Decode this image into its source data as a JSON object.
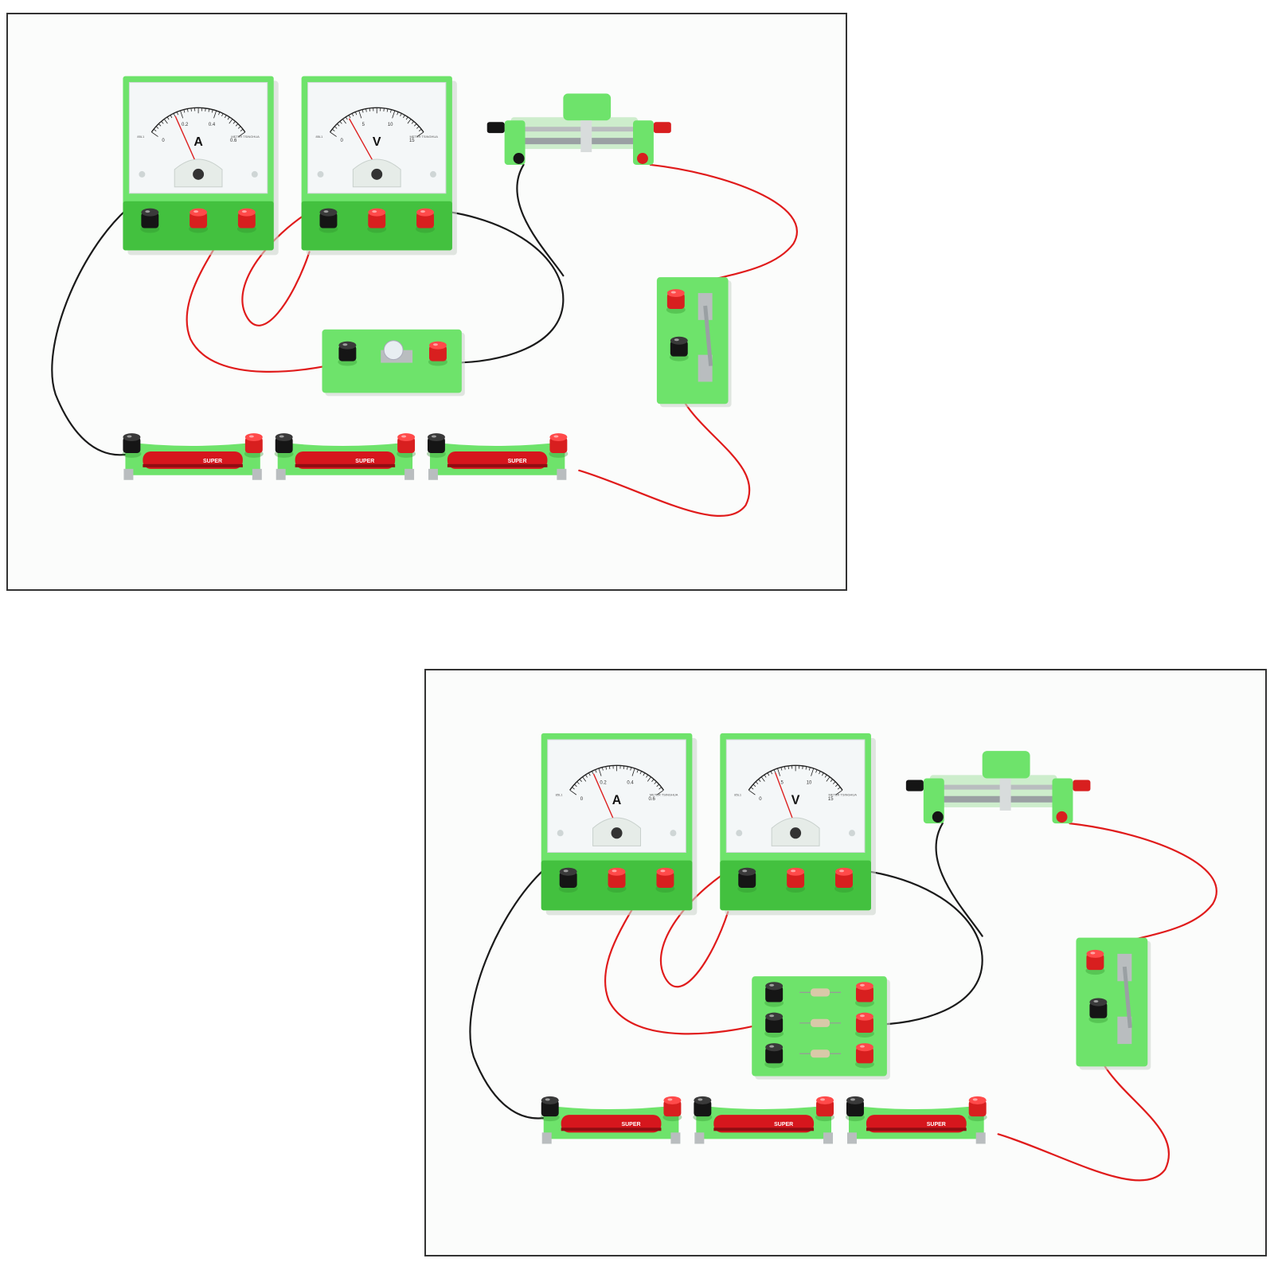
{
  "photos": [
    {
      "id": "top",
      "load": "bulb",
      "ammeter": {
        "letter": "A",
        "ticks": [
          "0",
          "0.2",
          "0.4",
          "0.6"
        ],
        "model": "85L1",
        "maker": "METER TSINGHUA",
        "needle_fraction": 0.27
      },
      "voltmeter": {
        "letter": "V",
        "ticks": [
          "0",
          "5",
          "10",
          "15"
        ],
        "model": "85L1",
        "maker": "METER TSINGHUA",
        "needle_fraction": 0.22
      },
      "battery_brand": "SUPER"
    },
    {
      "id": "bottom",
      "load": "resistor-board",
      "ammeter": {
        "letter": "A",
        "ticks": [
          "0",
          "0.2",
          "0.4",
          "0.6"
        ],
        "model": "85L1",
        "maker": "METER TSINGHUA",
        "needle_fraction": 0.27
      },
      "voltmeter": {
        "letter": "V",
        "ticks": [
          "0",
          "5",
          "10",
          "15"
        ],
        "model": "85L1",
        "maker": "METER TSINGHUA",
        "needle_fraction": 0.3
      },
      "battery_brand": "SUPER"
    }
  ],
  "colors": {
    "plastic_green": "#6ee36b",
    "plastic_green_dark": "#43c13f",
    "face_white": "#f4f7f8",
    "wire_red": "#e01b1b",
    "wire_black": "#1a1a1a",
    "terminal_red": "#d81f1f",
    "terminal_black": "#151515",
    "battery_red": "#d6161d",
    "metal": "#b9bdbf"
  }
}
